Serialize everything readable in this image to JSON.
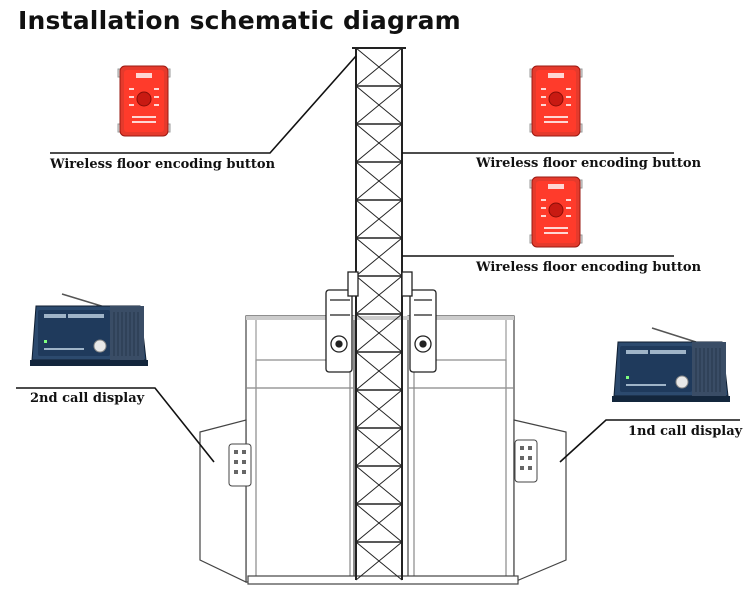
{
  "title": "Installation schematic diagram",
  "labels": {
    "button_top_left": "Wireless floor encoding button",
    "button_top_right": "Wireless floor encoding button",
    "button_mid_right": "Wireless floor encoding button",
    "call_display_left": "2nd call display",
    "call_display_right": "1nd call display"
  },
  "colors": {
    "button_body": "#e53a2c",
    "button_face": "#ff2a1e",
    "display_body": "#1f3a5c",
    "display_grille": "#3a4d66",
    "line": "#111111"
  },
  "icons": [
    "wireless-button-icon",
    "call-display-icon",
    "tower-mast-icon",
    "elevator-cage-icon"
  ]
}
